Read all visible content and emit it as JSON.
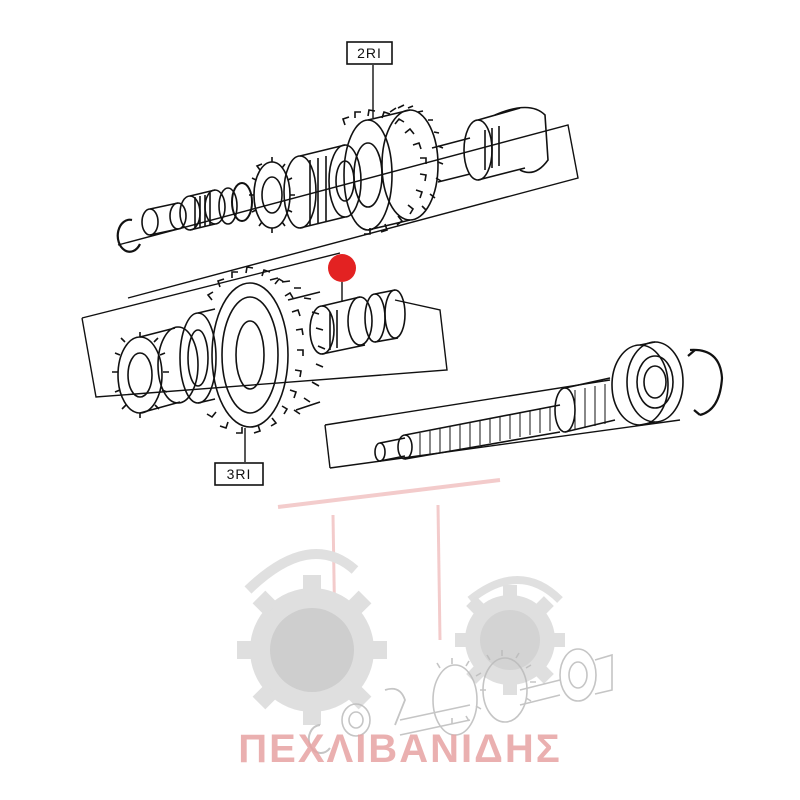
{
  "diagram": {
    "labels": {
      "top": "2RI",
      "bottom": "3RI"
    },
    "marker_color": "#e32222",
    "line_color": "#111111"
  },
  "watermark": {
    "text": "ΠΕΧΛΙΒΑΝΙΔΗΣ",
    "color": "#e7a3a3",
    "logo_color": "#d9d9d9",
    "logo_accent": "#f2c6c6"
  }
}
